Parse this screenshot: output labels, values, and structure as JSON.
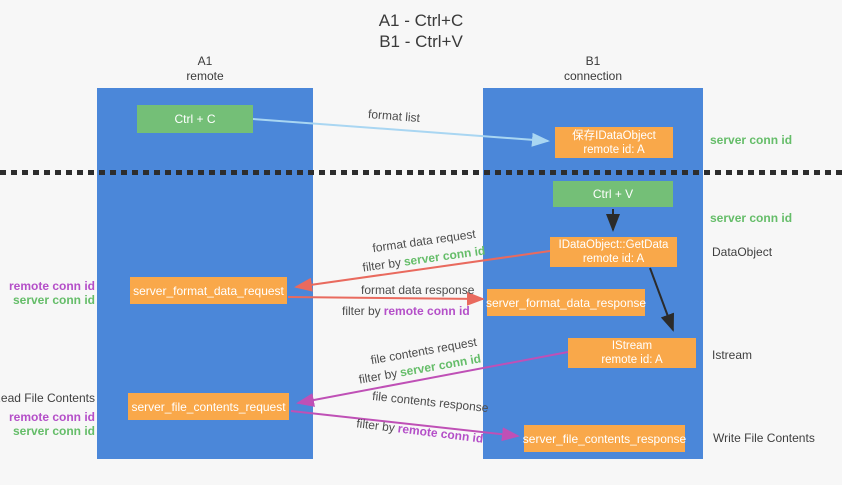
{
  "title": {
    "line1": "A1 - Ctrl+C",
    "line2": "B1 - Ctrl+V"
  },
  "columns": {
    "left": {
      "name": "A1",
      "role": "remote"
    },
    "right": {
      "name": "B1",
      "role": "connection"
    }
  },
  "nodes": {
    "ctrl_c": {
      "label": "Ctrl + C"
    },
    "save_idataobject": {
      "line1": "保存IDataObject",
      "line2": "remote id: A"
    },
    "ctrl_v": {
      "label": "Ctrl + V"
    },
    "getdata": {
      "line1": "IDataObject::GetData",
      "line2": "remote id: A"
    },
    "server_format_data_request": {
      "label": "server_format_data_request"
    },
    "server_format_data_response": {
      "label": "server_format_data_response"
    },
    "istream": {
      "line1": "IStream",
      "line2": "remote id: A"
    },
    "server_file_contents_request": {
      "label": "server_file_contents_request"
    },
    "server_file_contents_response": {
      "label": "server_file_contents_response"
    }
  },
  "edge_labels": {
    "format_list": "format list",
    "format_data_request": "format data request",
    "format_data_response": "format data response",
    "file_contents_request": "file contents request",
    "file_contents_response": "file contents response",
    "filter_by": "filter by",
    "server_conn_id": "server conn id",
    "remote_conn_id": "remote conn id"
  },
  "annotations": {
    "right_top_server_conn_id": "server conn id",
    "right_mid_server_conn_id": "server conn id",
    "dataobject": "DataObject",
    "istream": "Istream",
    "write_file_contents": "Write File Contents",
    "read_file_contents": "Read File Contents",
    "left_top_remote_conn_id": "remote conn id",
    "left_top_server_conn_id": "server conn id",
    "left_bottom_remote_conn_id": "remote conn id",
    "left_bottom_server_conn_id": "server conn id"
  },
  "colors": {
    "column_blue": "#4b87d9",
    "box_green": "#74bf77",
    "box_orange": "#f9a84a",
    "arrow_lightblue": "#a9d6f2",
    "arrow_red": "#e96a5e",
    "arrow_magenta": "#bf50b6",
    "arrow_black": "#2b2b2b",
    "text_green": "#65bd69",
    "text_purple": "#b44fc8",
    "background": "#f7f7f7"
  }
}
